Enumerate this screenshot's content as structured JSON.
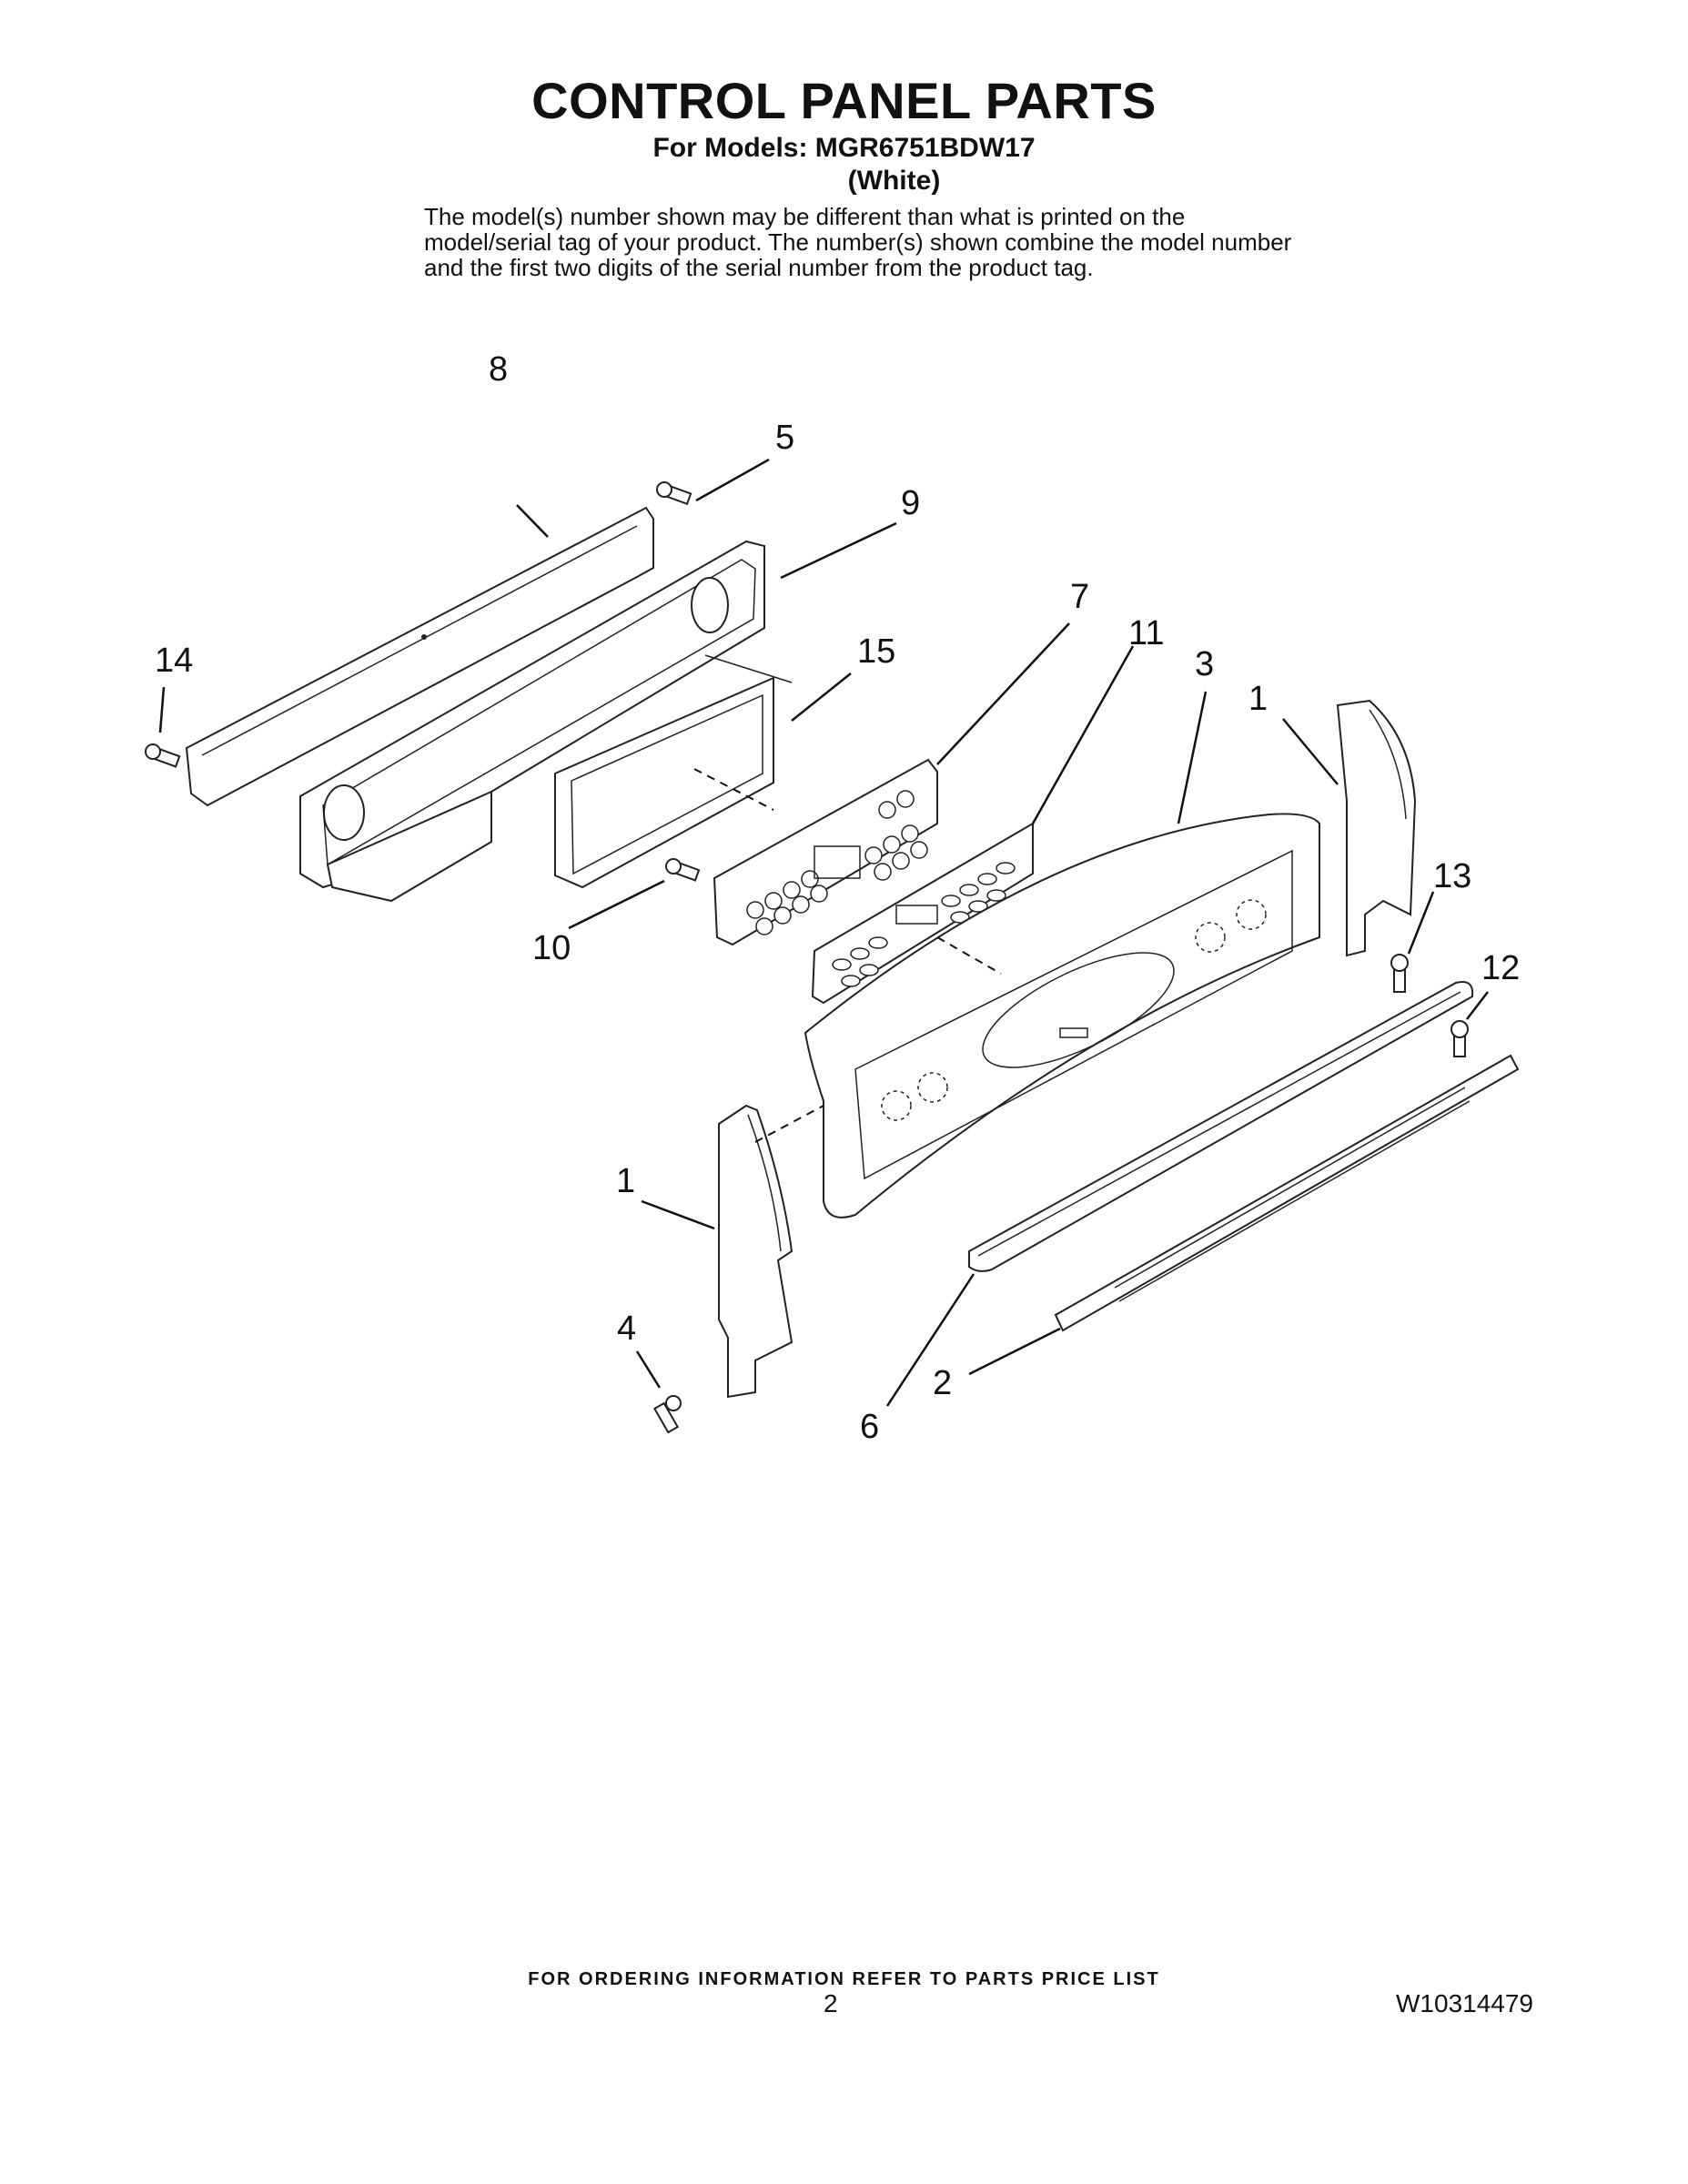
{
  "header": {
    "title": "CONTROL PANEL PARTS",
    "models": "For Models: MGR6751BDW17",
    "color": "(White)",
    "disclaimer": "The model(s) number shown may be different than what is printed on the model/serial tag of your product. The number(s) shown combine the model number and the first two digits of the serial number from the product tag."
  },
  "callouts": {
    "c1a": "1",
    "c1b": "1",
    "c2": "2",
    "c3": "3",
    "c4": "4",
    "c5": "5",
    "c6": "6",
    "c7": "7",
    "c8": "8",
    "c9": "9",
    "c10": "10",
    "c11": "11",
    "c12": "12",
    "c13": "13",
    "c14": "14",
    "c15": "15"
  },
  "footer": {
    "note": "FOR ORDERING INFORMATION REFER TO PARTS PRICE LIST",
    "page": "2",
    "doc_id": "W10314479"
  }
}
